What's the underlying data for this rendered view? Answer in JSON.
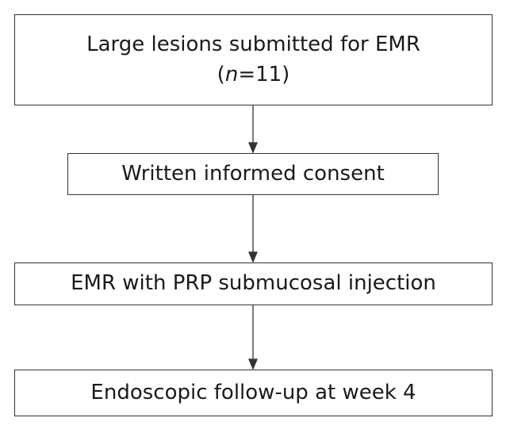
{
  "flowchart": {
    "steps": [
      {
        "line1": "Large lesions submitted for EMR",
        "line2_open": "(",
        "line2_var": "n",
        "line2_rest": "=11)"
      },
      {
        "label": "Written informed consent"
      },
      {
        "label": "EMR with PRP submucosal injection"
      },
      {
        "label": "Endoscopic follow-up at week 4"
      }
    ]
  },
  "colors": {
    "border": "#333333",
    "text": "#1a1a1a",
    "background": "#ffffff"
  }
}
